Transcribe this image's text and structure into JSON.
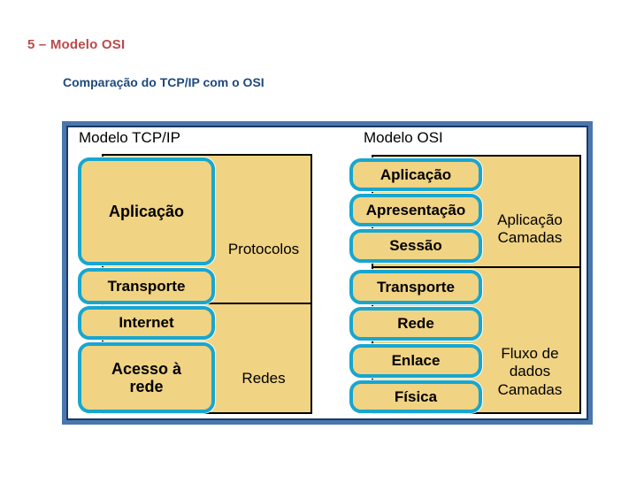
{
  "slide": {
    "title": "5 – Modelo OSI",
    "subtitle": "Comparação do TCP/IP com o OSI"
  },
  "diagram": {
    "tcpip": {
      "header": "Modelo TCP/IP",
      "layers": [
        "Aplicação",
        "Transporte",
        "Internet",
        "Acesso à rede"
      ],
      "regions": [
        "Protocolos",
        "Redes"
      ]
    },
    "osi": {
      "header": "Modelo OSI",
      "layers": [
        "Aplicação",
        "Apresentação",
        "Sessão",
        "Transporte",
        "Rede",
        "Enlace",
        "Física"
      ],
      "regions": [
        "Aplicação Camadas",
        "Fluxo de dados Camadas"
      ]
    },
    "colors": {
      "frame_border": "#4a77ad",
      "frame_border_inner": "#1c3a66",
      "layer_fill": "#f0d383",
      "layer_border": "#18a6cf",
      "region_border": "#000000",
      "title_text": "#b84c4a",
      "subtitle_text": "#1f497d",
      "diagram_text": "#000000"
    }
  }
}
